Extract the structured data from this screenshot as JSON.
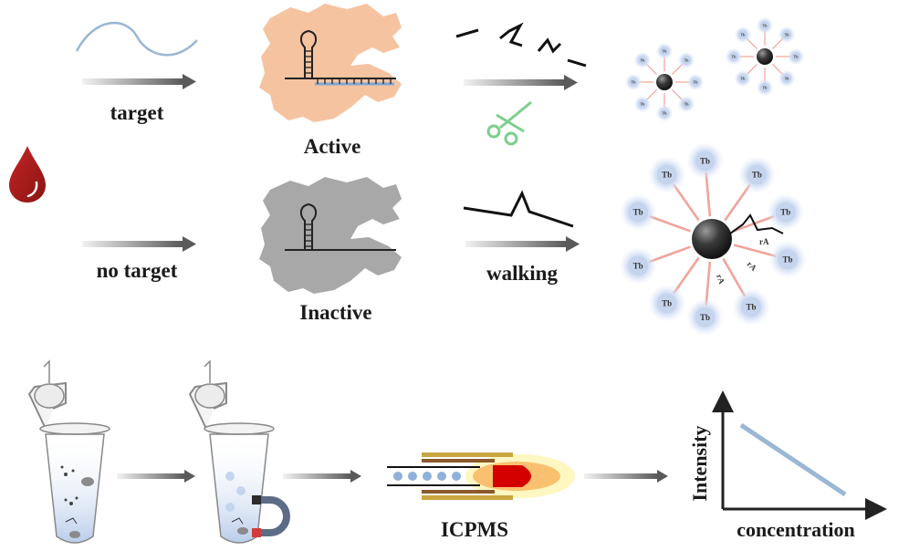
{
  "labels": {
    "target": "target",
    "no_target": "no target",
    "active": "Active",
    "inactive": "Inactive",
    "walking": "walking",
    "icpms": "ICPMS",
    "intensity": "Intensity",
    "concentration": "concentration",
    "tb": "Tb",
    "ra": "rA"
  },
  "colors": {
    "active_enzyme": "#f6c3a1",
    "inactive_enzyme": "#a8a8a8",
    "target_wave": "#9ab7d4",
    "scissors": "#7dcf8e",
    "blood": "#a31b1b",
    "tb_halo": "#b9ccec",
    "linker": "#f0a49a",
    "plot_line": "#9ab7d4",
    "divider": "#4a74bd"
  },
  "icons": [
    "blood-drop-icon",
    "scissors-icon",
    "magnet-icon",
    "tube-icon",
    "torch-icon",
    "nanoparticle-icon"
  ]
}
